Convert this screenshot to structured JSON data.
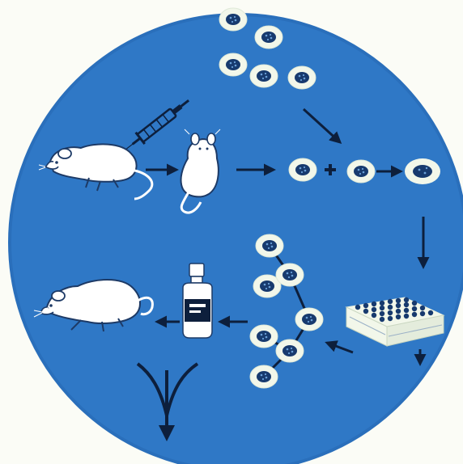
{
  "diagram": {
    "background_color": "#fbfcf6",
    "disc_color": "#2f78c6",
    "disc_edge_color": "#1f5fa8",
    "cell_fill": "#f2f7ea",
    "cell_nucleus": "#173a6e",
    "mouse_fill": "#ffffff",
    "mouse_outline": "#1d3a66",
    "arrow_color": "#0d1f3c",
    "vial_body": "#ffffff",
    "vial_cap": "#ffffff",
    "vial_label": "#0d1f3c",
    "icons": {
      "syringe": "syringe-icon",
      "mouse_immunized": "mouse-icon",
      "mouse_spleen": "mouse-upright-icon",
      "cells": "cell-icon",
      "plate": "multiwell-plate-icon",
      "vial": "antibody-vial-icon",
      "mouse_treated": "mouse-icon"
    },
    "steps": [
      {
        "id": "immunize",
        "icon": "syringe-icon"
      },
      {
        "id": "spleen-harvest",
        "icon": "mouse-upright-icon"
      },
      {
        "id": "cell-fusion",
        "icon": "plus-icon"
      },
      {
        "id": "hybridoma",
        "icon": "cell-icon"
      },
      {
        "id": "screening-plate",
        "icon": "multiwell-plate-icon"
      },
      {
        "id": "clone-expansion",
        "icon": "cell-icon"
      },
      {
        "id": "antibody-vial",
        "icon": "antibody-vial-icon"
      },
      {
        "id": "treatment",
        "icon": "mouse-icon"
      }
    ]
  }
}
